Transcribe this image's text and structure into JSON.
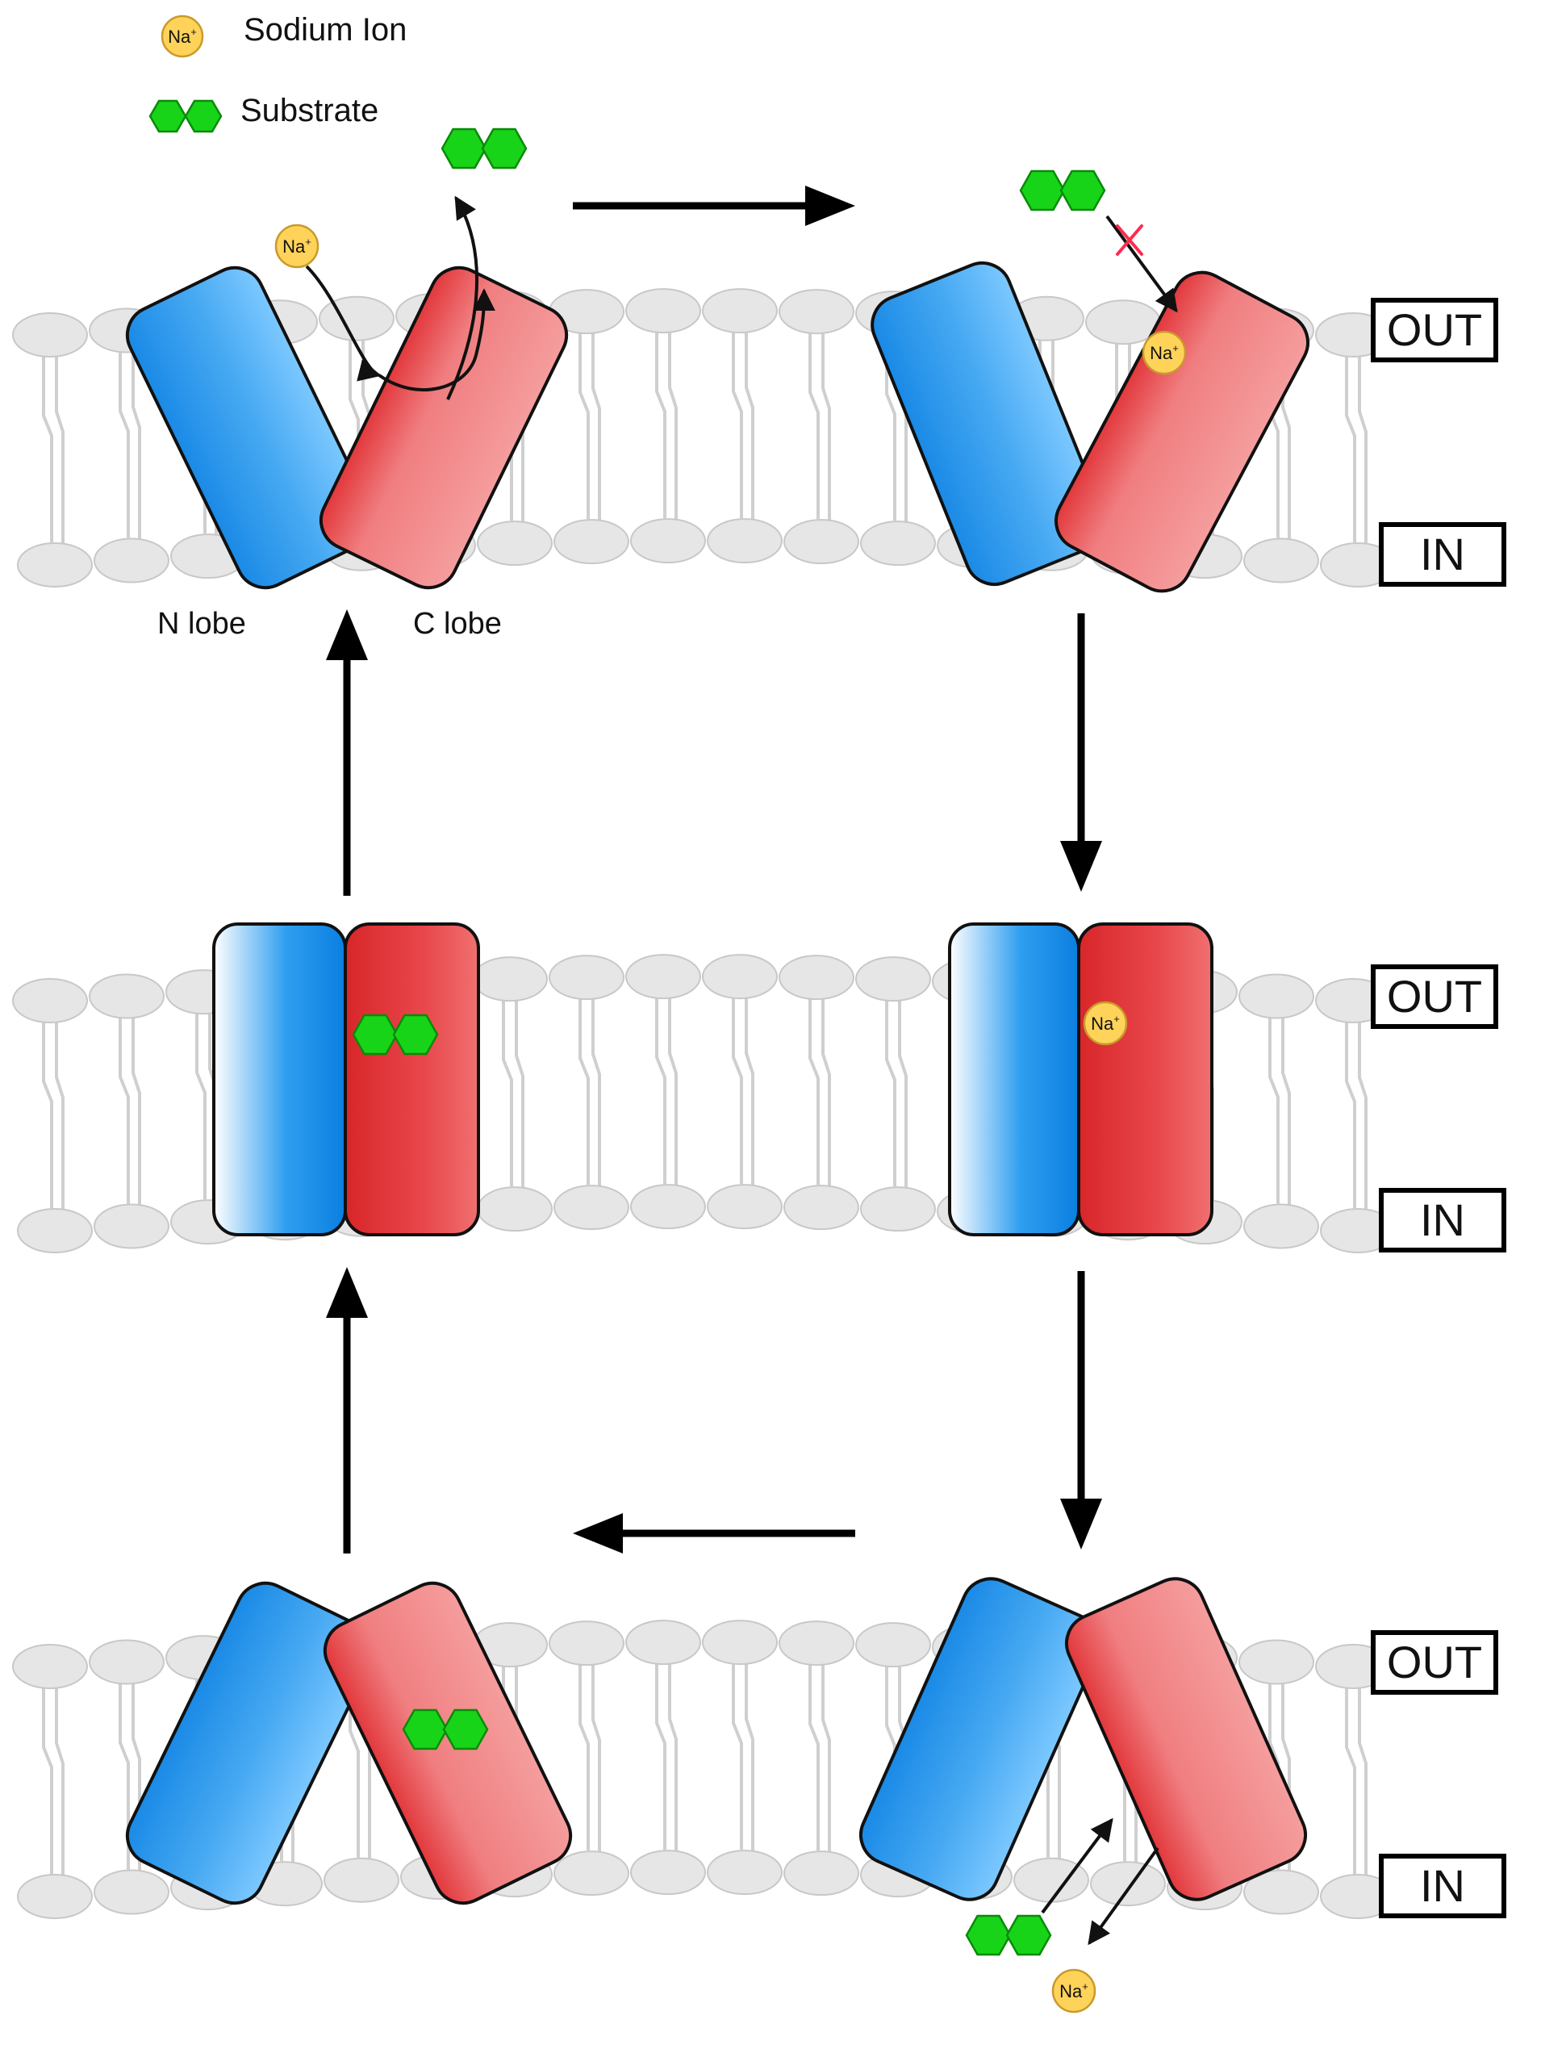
{
  "legend": {
    "sodium_label": "Sodium Ion",
    "substrate_label": "Substrate"
  },
  "ion_text": "Na",
  "ion_superscript": "+",
  "side_labels": {
    "out": "OUT",
    "in": "IN"
  },
  "lobe_labels": {
    "n": "N lobe",
    "c": "C lobe"
  },
  "colors": {
    "n_lobe": "#1c8fe6",
    "c_lobe": "#e8484c",
    "c_lobe_light": "#f39a9a",
    "substrate": "#18d418",
    "sodium": "#ffd35a",
    "membrane": "#e6e6e6",
    "block_mark": "#ff2b4e"
  },
  "panels": [
    {
      "id": "outward-open-release",
      "state": "outward open, sodium and substrate released"
    },
    {
      "id": "outward-open-sodium-bound",
      "state": "outward open, sodium bound, substrate blocked"
    },
    {
      "id": "occluded-sodium-bound",
      "state": "occluded, sodium bound"
    },
    {
      "id": "inward-open-release",
      "state": "inward open, substrate and sodium released"
    },
    {
      "id": "inward-open-substrate-bound",
      "state": "inward open, substrate bound"
    },
    {
      "id": "occluded-substrate-bound",
      "state": "occluded, substrate bound"
    }
  ]
}
